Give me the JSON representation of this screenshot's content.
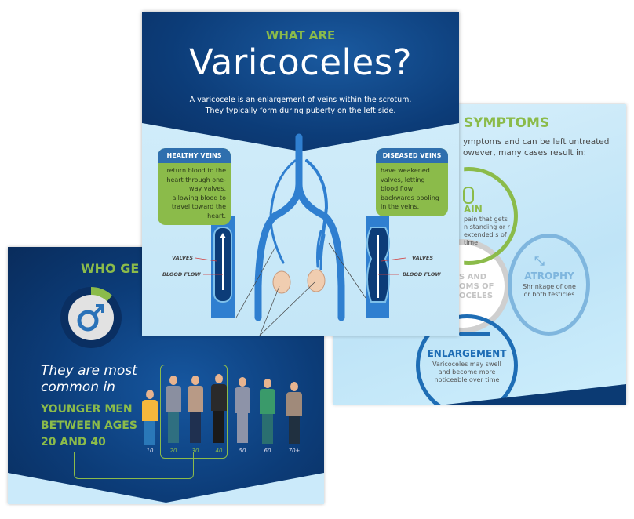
{
  "symptoms_slide": {
    "title": "SYMPTOMS",
    "intro": "ymptoms and can be left untreated owever, many cases result in:",
    "center_label": "S AND OMS OF OCELES",
    "items": [
      {
        "heading": "AIN",
        "text": "pain that gets n standing or r extended s of time.",
        "color": "#8bbb4a",
        "icon": "person-pain-icon"
      },
      {
        "heading": "ATROPHY",
        "text": "Shrinkage of one or both testicles",
        "color": "#7fb6de",
        "icon": "shrink-arrows-icon"
      },
      {
        "heading": "ENLARGEMENT",
        "text": "Varicoceles may swell and become more noticeable over time",
        "color": "#1e6db5",
        "icon": "swollen-vein-icon"
      }
    ]
  },
  "who_slide": {
    "title": "WHO GE",
    "icon": "male-symbol-icon",
    "ring_fill_percent": 12,
    "statement_italic": [
      "They are most",
      "common in"
    ],
    "statement_highlight": [
      "YOUNGER MEN",
      "BETWEEN AGES",
      "20 AND 40"
    ],
    "ages": [
      {
        "label": "10",
        "highlight": false
      },
      {
        "label": "20",
        "highlight": true
      },
      {
        "label": "30",
        "highlight": true
      },
      {
        "label": "40",
        "highlight": true
      },
      {
        "label": "50",
        "highlight": false
      },
      {
        "label": "60",
        "highlight": false
      },
      {
        "label": "70+",
        "highlight": false
      }
    ]
  },
  "varicoceles_slide": {
    "kicker": "WHAT ARE",
    "title": "Varicoceles?",
    "description": [
      "A varicocele is an enlargement of veins within the scrotum.",
      "They typically form during puberty on the left side."
    ],
    "healthy": {
      "heading": "HEALTHY VEINS",
      "text": "return blood to the heart through one-way valves, allowing blood to travel toward the heart."
    },
    "diseased": {
      "heading": "DISEASED VEINS",
      "text": "have weakened valves, letting blood flow backwards pooling in the veins."
    },
    "labels": {
      "valves": "VALVES",
      "blood_flow": "BLOOD FLOW"
    },
    "colors": {
      "navy": "#0c3c78",
      "green": "#8bbb4a",
      "vein_blue": "#2f7fd0"
    }
  }
}
